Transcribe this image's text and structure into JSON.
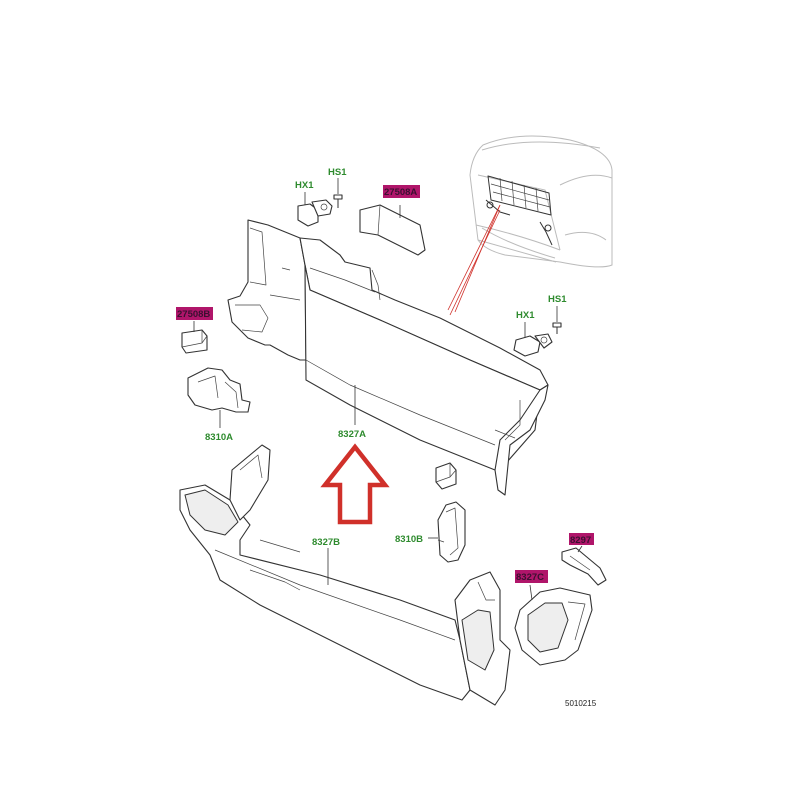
{
  "diagram": {
    "reference_number": "5010215",
    "labels": {
      "hx1_left": "HX1",
      "hs1_left": "HS1",
      "part_27508a": "27508A",
      "hx1_right": "HX1",
      "hs1_right": "HS1",
      "part_27508b": "27508B",
      "part_8310a": "8310A",
      "part_8327a": "8327A",
      "part_8327b": "8327B",
      "part_8310b": "8310B",
      "part_8297": "8297",
      "part_8327c": "8327C"
    },
    "colors": {
      "label_green": "#2e8b2e",
      "highlight_magenta": "#b0156a",
      "arrow_red": "#d0302a",
      "line_dark": "#333333",
      "car_outline_grey": "#bbbbbb"
    },
    "icons": [
      "up-arrow-icon"
    ]
  }
}
